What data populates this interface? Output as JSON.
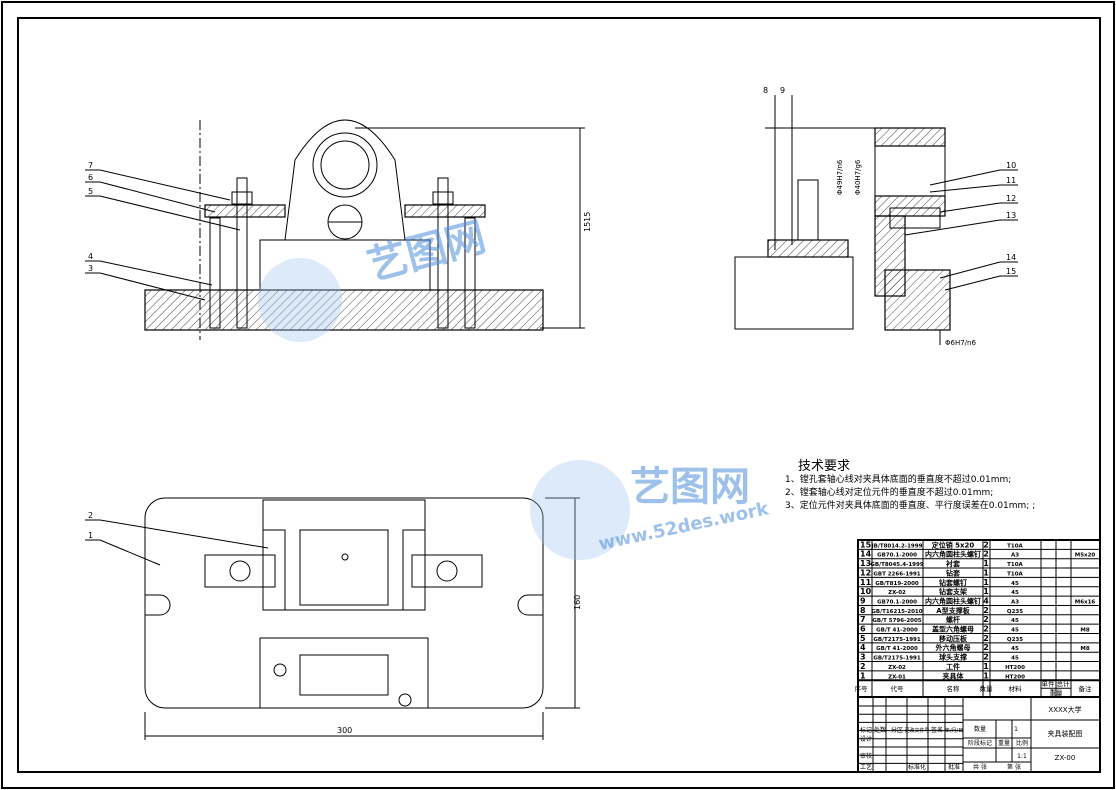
{
  "drawing": {
    "balloons_front": [
      "7",
      "6",
      "5",
      "4",
      "3"
    ],
    "balloons_side": [
      "8",
      "9",
      "10",
      "11",
      "12",
      "13",
      "14",
      "15"
    ],
    "balloons_top": [
      "2",
      "1"
    ],
    "dimensions": {
      "front_height": "1515",
      "top_width": "300",
      "top_height": "160",
      "fit_1": "Φ49H7/n6",
      "fit_2": "Φ40H7/g6",
      "fit_3": "Φ6H7/n6"
    }
  },
  "tech_requirements": {
    "title": "技术要求",
    "items": [
      "1、镗孔套轴心线对夹具体底面的垂直度不超过0.01mm;",
      "2、镗套轴心线对定位元件的垂直度不超过0.01mm;",
      "3、定位元件对夹具体底面的垂直度、平行度误差在0.01mm; ;"
    ]
  },
  "watermark": {
    "brand": "艺图网",
    "url": "www.52des.work"
  },
  "bom": {
    "rows": [
      {
        "no": "15",
        "code": "JB/T8014.2-1999",
        "name": "定位销 5x20",
        "qty": "2",
        "material": "T10A",
        "note": ""
      },
      {
        "no": "14",
        "code": "GB70.1-2000",
        "name": "内六角圆柱头螺钉",
        "qty": "2",
        "material": "A3",
        "note": "M5x20"
      },
      {
        "no": "13",
        "code": "GB/T8045.4-1999",
        "name": "衬套",
        "qty": "1",
        "material": "T10A",
        "note": ""
      },
      {
        "no": "12",
        "code": "GBT 2266-1991",
        "name": "钻套",
        "qty": "1",
        "material": "T10A",
        "note": ""
      },
      {
        "no": "11",
        "code": "GB/T819-2000",
        "name": "钻套螺钉",
        "qty": "1",
        "material": "45",
        "note": ""
      },
      {
        "no": "10",
        "code": "ZX-02",
        "name": "钻套支架",
        "qty": "1",
        "material": "45",
        "note": ""
      },
      {
        "no": "9",
        "code": "GB70.1-2000",
        "name": "内六角圆柱头螺钉",
        "qty": "4",
        "material": "A3",
        "note": "M6x16"
      },
      {
        "no": "8",
        "code": "GB/T16215-2010",
        "name": "A型支撑板",
        "qty": "2",
        "material": "Q235",
        "note": ""
      },
      {
        "no": "7",
        "code": "GB/T 5796-2005",
        "name": "螺杆",
        "qty": "2",
        "material": "45",
        "note": ""
      },
      {
        "no": "6",
        "code": "GB/T 41-2000",
        "name": "盖型六角螺母",
        "qty": "2",
        "material": "45",
        "note": "M8"
      },
      {
        "no": "5",
        "code": "GB/T2175-1991",
        "name": "移动压板",
        "qty": "2",
        "material": "Q235",
        "note": ""
      },
      {
        "no": "4",
        "code": "GB/T 41-2000",
        "name": "外六角螺母",
        "qty": "2",
        "material": "45",
        "note": "M8"
      },
      {
        "no": "3",
        "code": "GB/T2175-1991",
        "name": "球头支撑",
        "qty": "2",
        "material": "45",
        "note": ""
      },
      {
        "no": "2",
        "code": "ZX-02",
        "name": "工件",
        "qty": "1",
        "material": "HT200",
        "note": ""
      },
      {
        "no": "1",
        "code": "ZX-01",
        "name": "夹具体",
        "qty": "1",
        "material": "HT200",
        "note": ""
      }
    ],
    "header": {
      "no": "序号",
      "code": "代号",
      "name": "名称",
      "qty": "数量",
      "material": "材料",
      "unit": "单件",
      "total": "总计",
      "weight": "重量",
      "note": "备注"
    }
  },
  "title_block": {
    "school": "XXXX大学",
    "drawing_name": "夹具装配图",
    "drawing_no": "ZX-00",
    "qty_label": "数量",
    "qty": "1",
    "stage_label": "阶段标记",
    "weight_label": "重量",
    "scale_label": "比例",
    "scale": "1:1",
    "sheet_total": "共 张",
    "sheet_no": "第 张",
    "mark": "标记",
    "count": "处数",
    "zone": "分区",
    "change_doc": "更改文件号",
    "sign": "签名",
    "date": "年/月/日",
    "design": "设计",
    "review": "审核",
    "process": "工艺",
    "standard": "标准化",
    "approve": "批准"
  }
}
